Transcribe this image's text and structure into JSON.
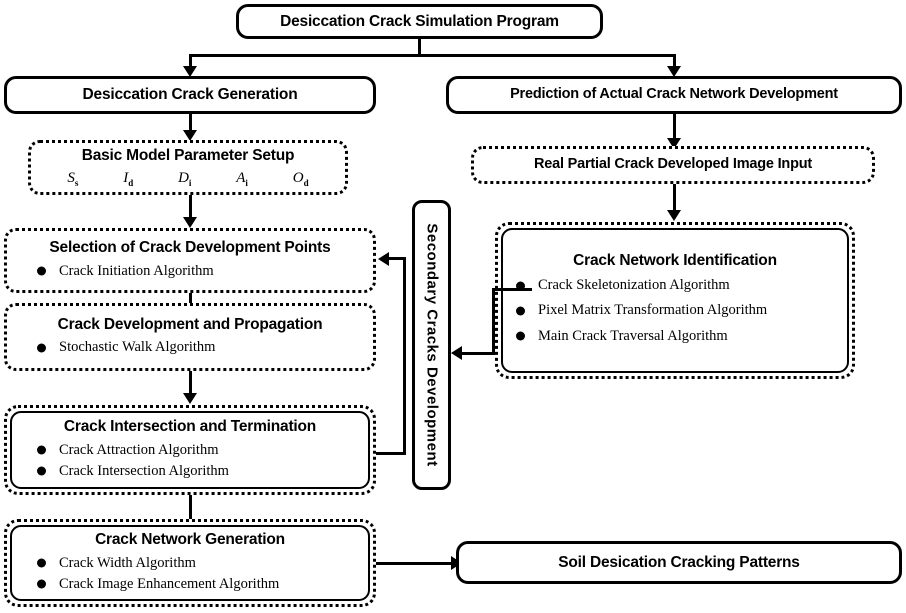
{
  "diagram": {
    "title": "Desiccation Crack Simulation Program",
    "root": {
      "label": "Desiccation Crack Simulation Program"
    },
    "branches": {
      "left": {
        "label": "Desiccation Crack Generation"
      },
      "right": {
        "label": "Prediction of Actual Crack Network Development"
      }
    },
    "left_column": [
      {
        "label": "Basic Model Parameter Setup",
        "parameters": [
          {
            "symbol": "S",
            "sub": "s"
          },
          {
            "symbol": "I",
            "sub": "d"
          },
          {
            "symbol": "D",
            "sub": "i"
          },
          {
            "symbol": "A",
            "sub": "i"
          },
          {
            "symbol": "O",
            "sub": "d"
          }
        ]
      },
      {
        "label": "Selection of Crack Development Points",
        "items": [
          "Crack Initiation Algorithm"
        ]
      },
      {
        "label": "Crack Development and Propagation",
        "items": [
          "Stochastic Walk Algorithm"
        ]
      },
      {
        "label": "Crack Intersection and Termination",
        "items": [
          "Crack Attraction Algorithm",
          "Crack Intersection Algorithm"
        ]
      },
      {
        "label": "Crack Network Generation",
        "items": [
          "Crack Width Algorithm",
          "Crack Image Enhancement Algorithm"
        ]
      }
    ],
    "right_column": [
      {
        "label": "Real Partial Crack Developed Image Input"
      },
      {
        "label": "Crack Network Identification",
        "items": [
          "Crack Skeletonization Algorithm",
          "Pixel Matrix Transformation Algorithm",
          "Main Crack Traversal Algorithm"
        ]
      }
    ],
    "connector_box": {
      "label": "Secondary Cracks Development"
    },
    "output": {
      "label": "Soil Desication Cracking Patterns"
    },
    "colors": {
      "stroke": "#000000",
      "background": "#ffffff"
    }
  }
}
